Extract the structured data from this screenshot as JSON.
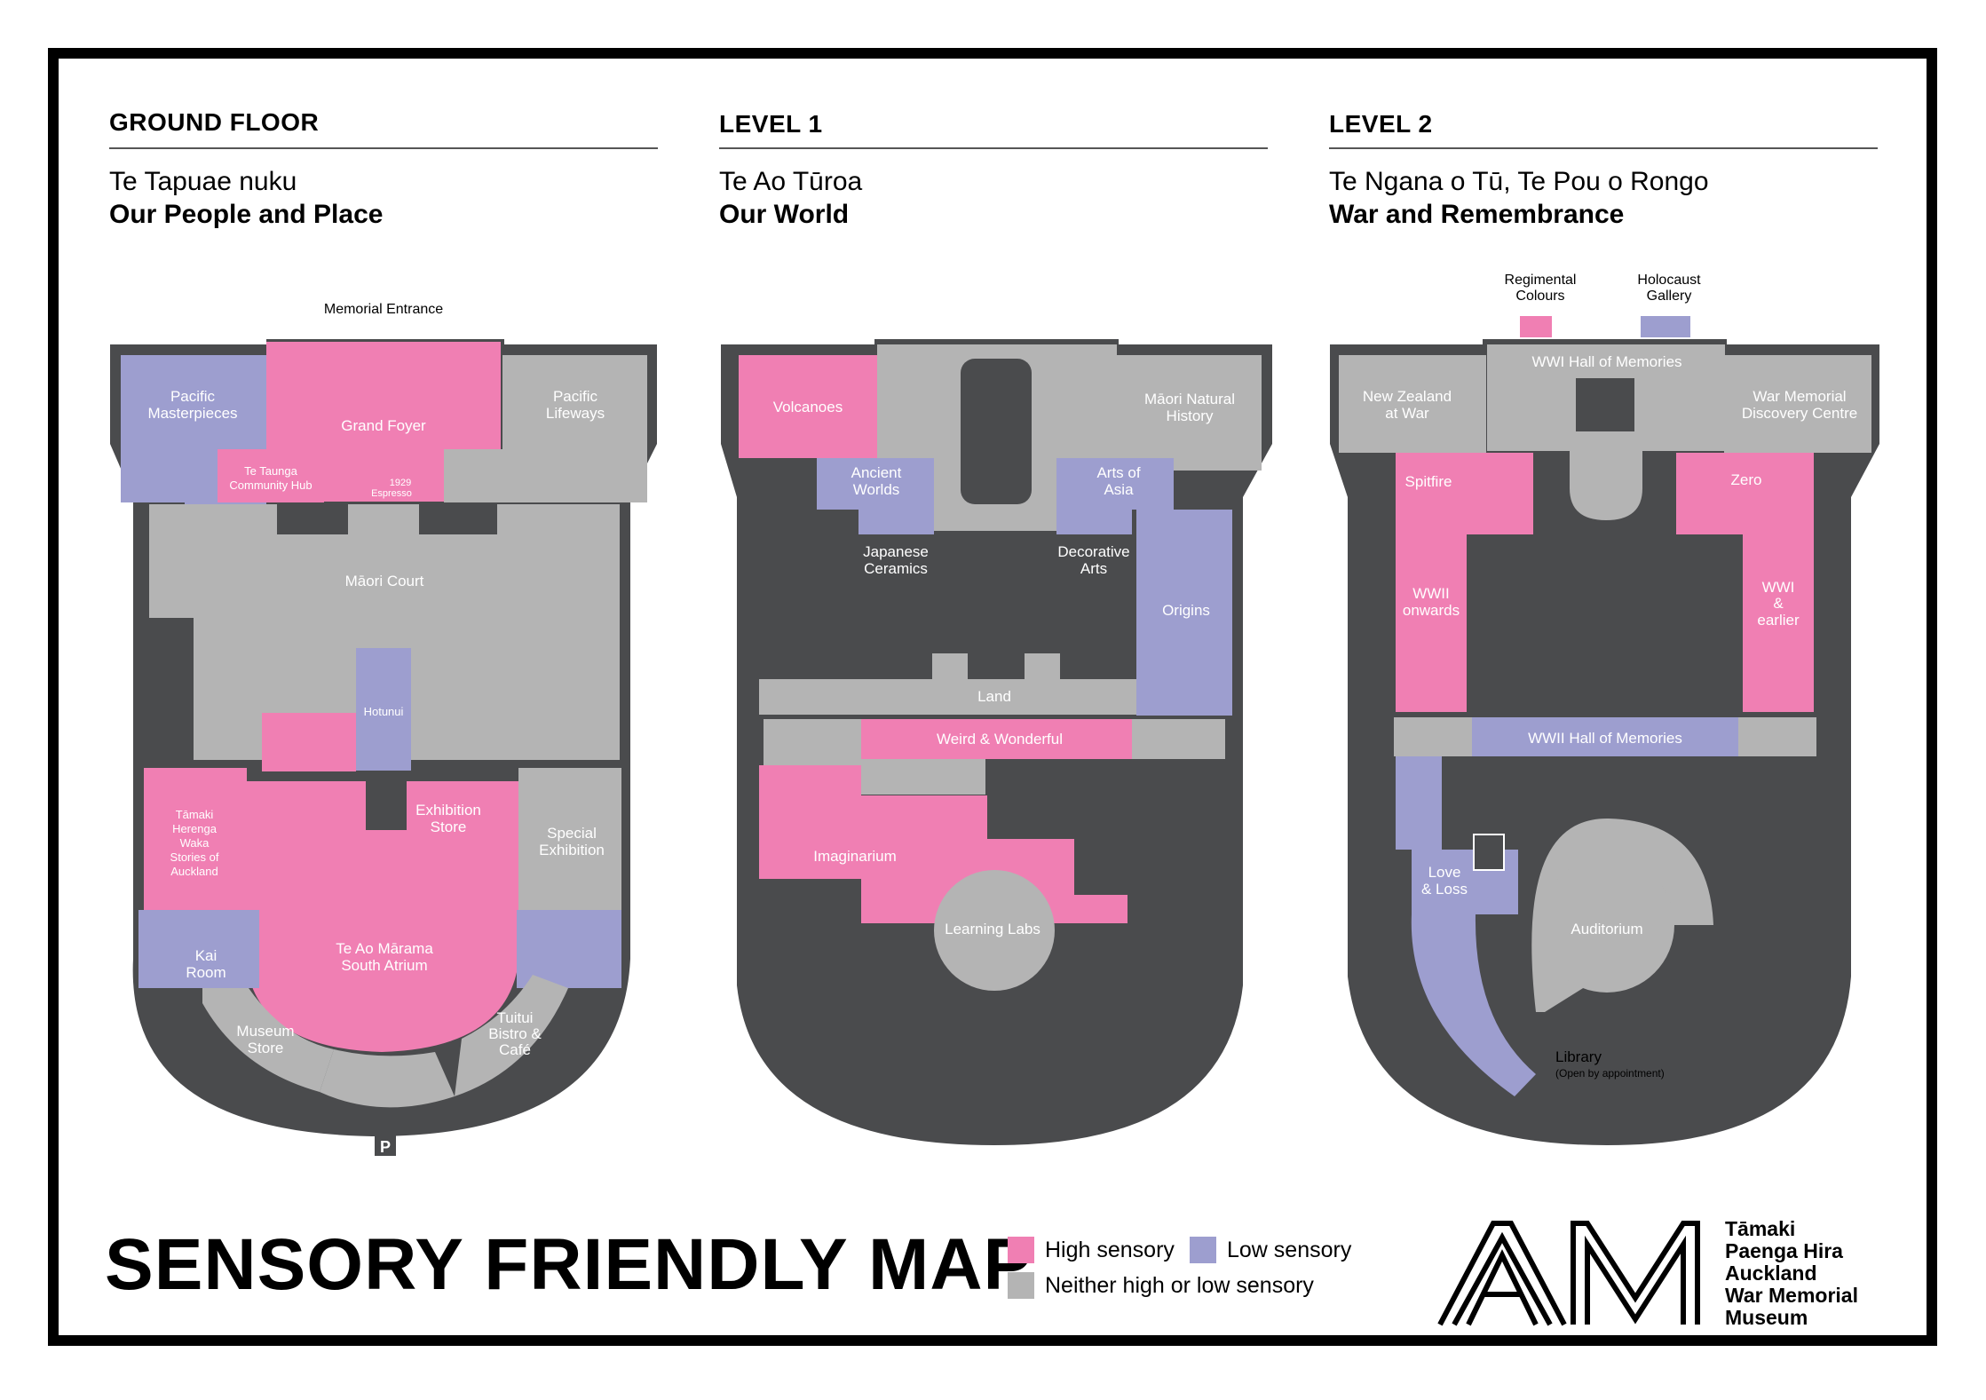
{
  "levels": [
    {
      "title": "GROUND FLOOR",
      "subtitle": "Te Tapuae nuku",
      "subtitle_bold": "Our People and Place"
    },
    {
      "title": "LEVEL 1",
      "subtitle": "Te Ao Tūroa",
      "subtitle_bold": "Our World"
    },
    {
      "title": "LEVEL 2",
      "subtitle": "Te Ngana o Tū, Te Pou o Rongo",
      "subtitle_bold": "War and Remembrance"
    }
  ],
  "ground_labels": {
    "memorial_entrance": "Memorial Entrance",
    "pacific_masterpieces_1": "Pacific",
    "pacific_masterpieces_2": "Masterpieces",
    "grand_foyer": "Grand Foyer",
    "pacific_lifeways_1": "Pacific",
    "pacific_lifeways_2": "Lifeways",
    "te_taunga_1": "Te Taunga",
    "te_taunga_2": "Community Hub",
    "espresso_1": "1929",
    "espresso_2": "Espresso",
    "maori_court": "Māori Court",
    "hotunui": "Hotunui",
    "exhibition_store_1": "Exhibition",
    "exhibition_store_2": "Store",
    "tamaki_1": "Tāmaki",
    "tamaki_2": "Herenga",
    "tamaki_3": "Waka",
    "tamaki_4": "Stories of",
    "tamaki_5": "Auckland",
    "special_exhibition_1": "Special",
    "special_exhibition_2": "Exhibition",
    "kai_room_1": "Kai",
    "kai_room_2": "Room",
    "south_atrium_1": "Te Ao Mārama",
    "south_atrium_2": "South Atrium",
    "museum_store_1": "Museum",
    "museum_store_2": "Store",
    "tuitui_1": "Tuitui",
    "tuitui_2": "Bistro &",
    "tuitui_3": "Café",
    "parking": "P"
  },
  "level1_labels": {
    "volcanoes": "Volcanoes",
    "maori_natural_1": "Māori Natural",
    "maori_natural_2": "History",
    "ancient_worlds_1": "Ancient",
    "ancient_worlds_2": "Worlds",
    "arts_asia_1": "Arts of",
    "arts_asia_2": "Asia",
    "japanese_1": "Japanese",
    "japanese_2": "Ceramics",
    "decorative_1": "Decorative",
    "decorative_2": "Arts",
    "origins": "Origins",
    "land": "Land",
    "weird": "Weird & Wonderful",
    "imaginarium": "Imaginarium",
    "learning_labs": "Learning Labs"
  },
  "level2_labels": {
    "regimental_1": "Regimental",
    "regimental_2": "Colours",
    "holocaust_1": "Holocaust",
    "holocaust_2": "Gallery",
    "wwi_hall": "WWI Hall of Memories",
    "nz_war_1": "New Zealand",
    "nz_war_2": "at War",
    "war_memorial_1": "War Memorial",
    "war_memorial_2": "Discovery Centre",
    "spitfire": "Spitfire",
    "zero": "Zero",
    "wwii_onwards_1": "WWII",
    "wwii_onwards_2": "onwards",
    "wwi_earlier_1": "WWI",
    "wwi_earlier_2": "&",
    "wwi_earlier_3": "earlier",
    "wwii_hall": "WWII Hall of Memories",
    "love_loss_1": "Love",
    "love_loss_2": "& Loss",
    "auditorium": "Auditorium",
    "library": "Library",
    "library_note": "(Open by appointment)"
  },
  "title": "SENSORY FRIENDLY MAP",
  "legend": {
    "high": "High sensory",
    "low": "Low sensory",
    "neither": "Neither high or low sensory"
  },
  "logo": {
    "mark": "AM",
    "line1": "Tāmaki",
    "line2": "Paenga Hira",
    "line3": "Auckland",
    "line4": "War Memorial",
    "line5": "Museum"
  },
  "colors": {
    "high": "#F07FB3",
    "low": "#9D9ECF",
    "neither": "#B4B4B4",
    "building": "#4A4B4D"
  }
}
